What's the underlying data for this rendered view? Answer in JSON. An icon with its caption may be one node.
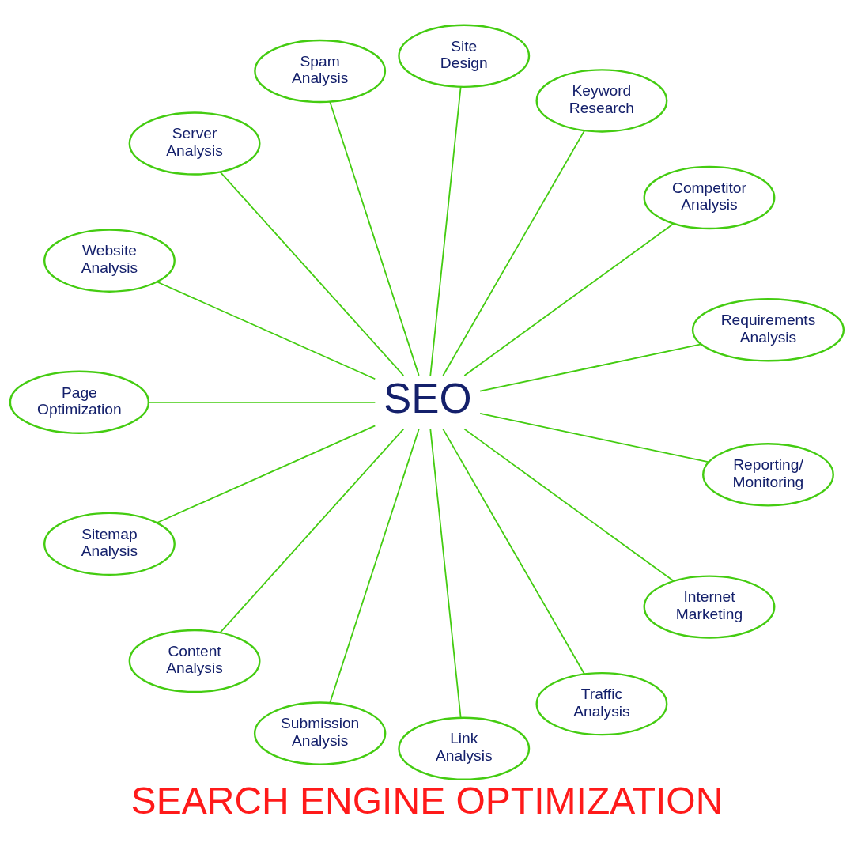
{
  "diagram": {
    "title": "SEARCH ENGINE OPTIMIZATION",
    "nodes": [
      {
        "text": [
          "SEO"
        ]
      },
      {
        "text": [
          "Requirements Analysis"
        ]
      },
      {
        "text": [
          "Competitor Analysis"
        ]
      },
      {
        "text": [
          "Keyword Research"
        ]
      },
      {
        "text": [
          "Site Design"
        ]
      },
      {
        "text": [
          "Spam Analysis"
        ]
      },
      {
        "text": [
          "Server Analysis"
        ]
      },
      {
        "text": [
          "Website Analysis"
        ]
      },
      {
        "text": [
          "Page Optimization"
        ]
      },
      {
        "text": [
          "Sitemap Analysis"
        ]
      },
      {
        "text": [
          "Content Analysis"
        ]
      },
      {
        "text": [
          "Submission Analysis"
        ]
      },
      {
        "text": [
          "Link Analysis"
        ]
      },
      {
        "text": [
          "Traffic Analysis"
        ]
      },
      {
        "text": [
          "Internet Marketing"
        ]
      },
      {
        "text": [
          "Reporting/ Monitoring"
        ]
      }
    ],
    "edges": [
      {
        "from": 0,
        "to": 1,
        "arrow": "none"
      },
      {
        "from": 0,
        "to": 2,
        "arrow": "none"
      },
      {
        "from": 0,
        "to": 3,
        "arrow": "none"
      },
      {
        "from": 0,
        "to": 4,
        "arrow": "none"
      },
      {
        "from": 0,
        "to": 5,
        "arrow": "none"
      },
      {
        "from": 0,
        "to": 6,
        "arrow": "none"
      },
      {
        "from": 0,
        "to": 7,
        "arrow": "none"
      },
      {
        "from": 0,
        "to": 8,
        "arrow": "none"
      },
      {
        "from": 0,
        "to": 9,
        "arrow": "none"
      },
      {
        "from": 0,
        "to": 10,
        "arrow": "none"
      },
      {
        "from": 0,
        "to": 11,
        "arrow": "none"
      },
      {
        "from": 0,
        "to": 12,
        "arrow": "none"
      },
      {
        "from": 0,
        "to": 13,
        "arrow": "none"
      },
      {
        "from": 0,
        "to": 14,
        "arrow": "none"
      },
      {
        "from": 0,
        "to": 15,
        "arrow": "none"
      }
    ]
  }
}
